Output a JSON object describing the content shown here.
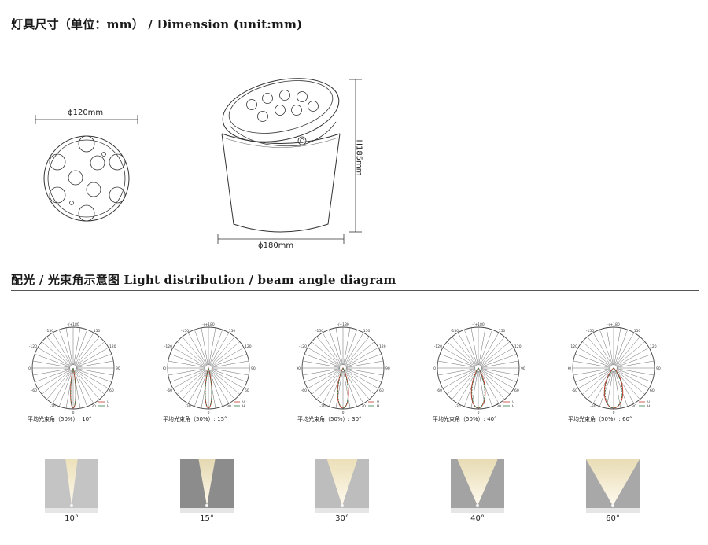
{
  "dimension": {
    "title": "灯具尺寸（单位：mm） / Dimension (unit:mm)",
    "front_diameter": "ϕ120mm",
    "base_diameter": "ϕ180mm",
    "height": "H185mm"
  },
  "light": {
    "title": "配光 / 光束角示意图   Light distribution / beam angle diagram",
    "polar_labels": {
      "top": "-/+180",
      "l150": "-150",
      "r150": "150",
      "l120": "-120",
      "r120": "120",
      "l90": "-90",
      "r90": "90",
      "l60": "-60",
      "r60": "60",
      "l30": "-30",
      "r30": "30",
      "bottom": "0"
    },
    "legend": {
      "v": "V",
      "h": "H"
    },
    "diagrams": [
      {
        "caption": "平均光束角（50%）: 10°",
        "angle": 10,
        "label": "10°",
        "bg": "#c4c4c4"
      },
      {
        "caption": "平均光束角（50%）: 15°",
        "angle": 15,
        "label": "15°",
        "bg": "#8c8c8c"
      },
      {
        "caption": "平均光束角（50%）: 30°",
        "angle": 30,
        "label": "30°",
        "bg": "#bdbdbd"
      },
      {
        "caption": "平均光束角（50%）: 40°",
        "angle": 40,
        "label": "40°",
        "bg": "#a3a3a3"
      },
      {
        "caption": "平均光束角（50%）: 60°",
        "angle": 60,
        "label": "60°",
        "bg": "#a8a8a8"
      }
    ],
    "colors": {
      "v_curve": "#c0392b",
      "h_curve": "#2e7d4f",
      "beam": "#f3e6b8"
    }
  }
}
